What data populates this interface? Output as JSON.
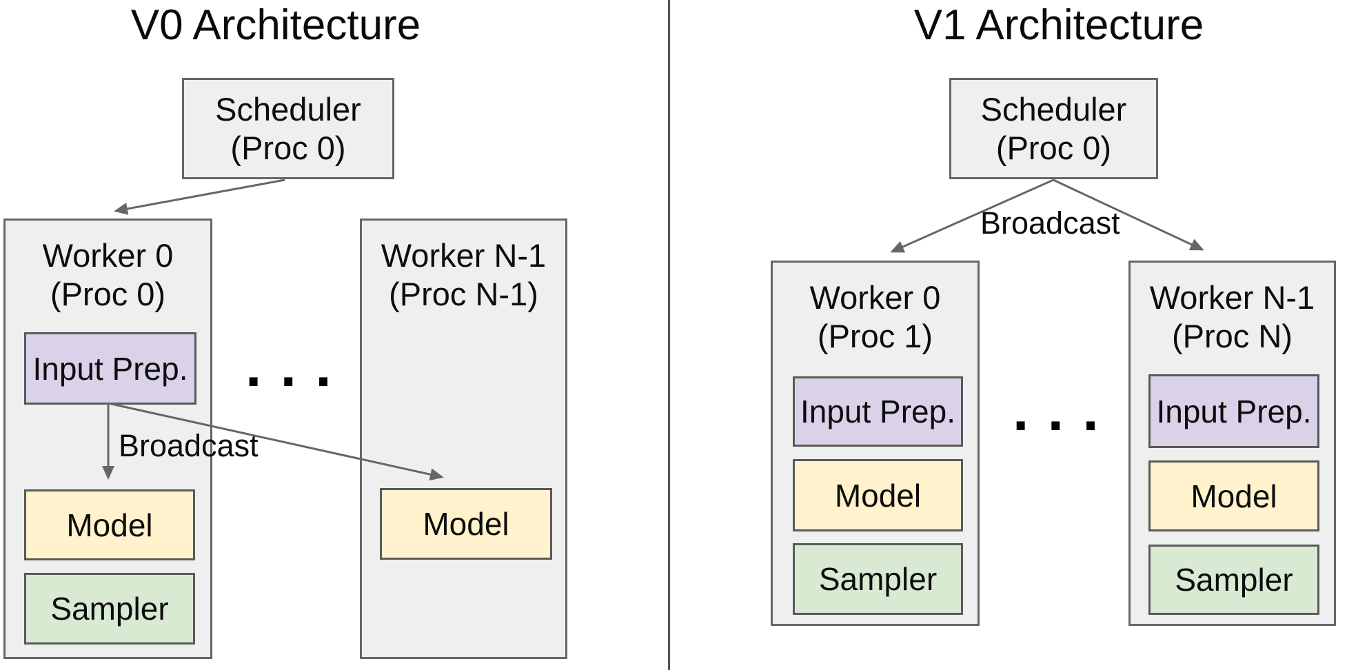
{
  "left": {
    "title": "V0 Architecture",
    "scheduler": {
      "line1": "Scheduler",
      "line2": "(Proc 0)"
    },
    "worker0": {
      "line1": "Worker 0",
      "line2": "(Proc 0)",
      "input_prep_label": "Input Prep.",
      "model_label": "Model",
      "sampler_label": "Sampler"
    },
    "workerN": {
      "line1": "Worker N-1",
      "line2": "(Proc N-1)",
      "model_label": "Model"
    },
    "broadcast_label": "Broadcast",
    "dots": ". . ."
  },
  "right": {
    "title": "V1 Architecture",
    "scheduler": {
      "line1": "Scheduler",
      "line2": "(Proc 0)"
    },
    "worker0": {
      "line1": "Worker 0",
      "line2": "(Proc 1)",
      "input_prep_label": "Input Prep.",
      "model_label": "Model",
      "sampler_label": "Sampler"
    },
    "workerN": {
      "line1": "Worker N-1",
      "line2": "(Proc N)",
      "input_prep_label": "Input Prep.",
      "model_label": "Model",
      "sampler_label": "Sampler"
    },
    "broadcast_label": "Broadcast",
    "dots": ". . ."
  },
  "colors": {
    "input_prep_fill": "#d9d2e9",
    "model_fill": "#fff2cc",
    "sampler_fill": "#d9ead3",
    "container_fill": "#efefef",
    "container_border": "#666666",
    "subbox_border": "#595959",
    "arrow": "#666666",
    "divider": "#555555",
    "background": "#ffffff",
    "text": "#0d0d0d"
  }
}
